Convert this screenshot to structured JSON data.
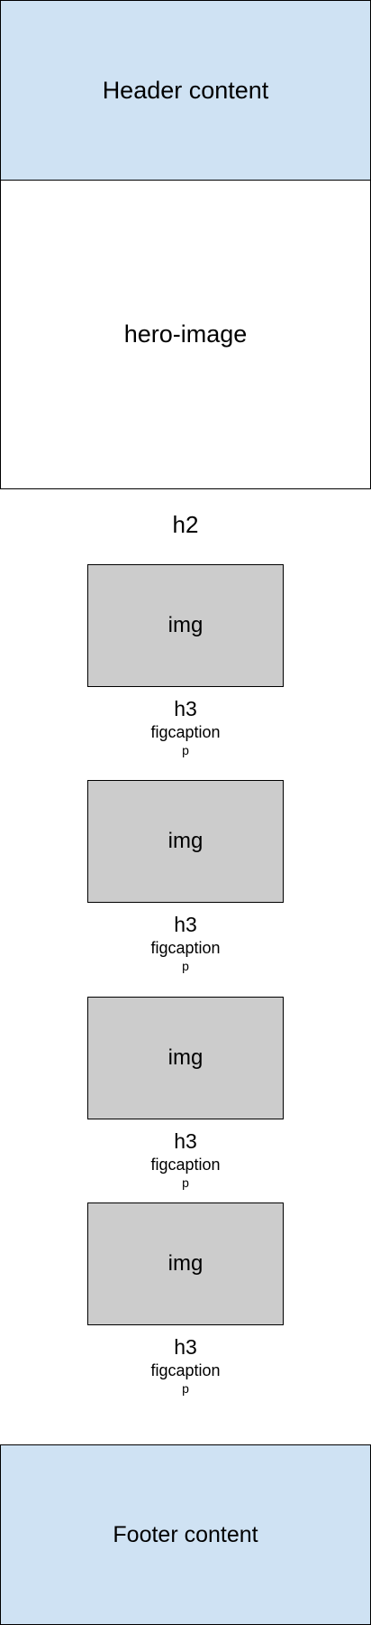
{
  "header": {
    "label": "Header content"
  },
  "hero": {
    "label": "hero-image"
  },
  "section": {
    "heading": "h2",
    "cards": [
      {
        "img": "img",
        "heading": "h3",
        "caption": "figcaption",
        "paragraph": "p"
      },
      {
        "img": "img",
        "heading": "h3",
        "caption": "figcaption",
        "paragraph": "p"
      },
      {
        "img": "img",
        "heading": "h3",
        "caption": "figcaption",
        "paragraph": "p"
      },
      {
        "img": "img",
        "heading": "h3",
        "caption": "figcaption",
        "paragraph": "p"
      }
    ]
  },
  "footer": {
    "label": "Footer content"
  },
  "colors": {
    "header_footer_fill": "#cfe2f3",
    "image_fill": "#cccccc",
    "border": "#000000"
  }
}
